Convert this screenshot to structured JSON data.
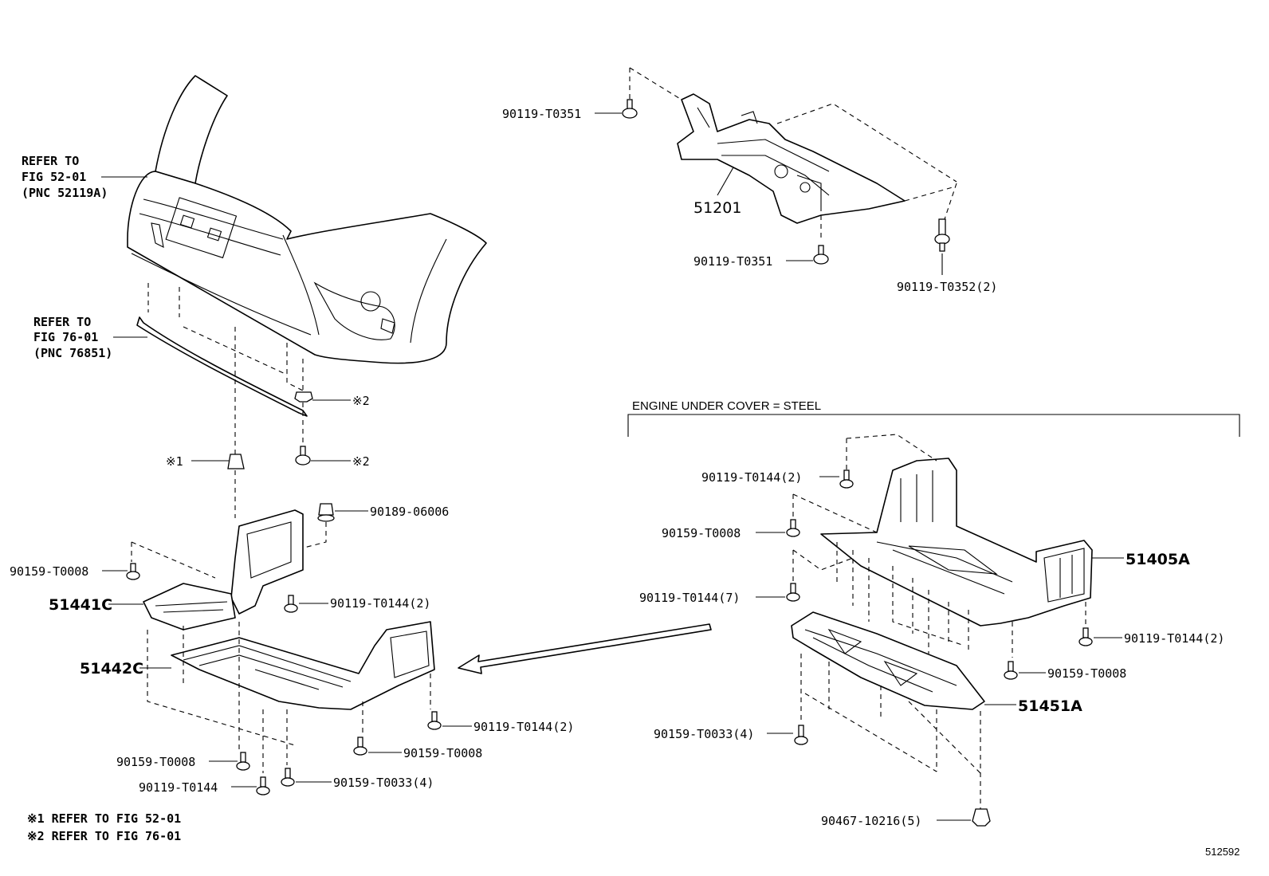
{
  "diagram_number": "512592",
  "header": {
    "engine_under_cover": "ENGINE UNDER COVER = STEEL"
  },
  "references": {
    "bumper_ref_line1": "REFER TO",
    "bumper_ref_line2": "FIG 52-01",
    "bumper_ref_line3": "(PNC 52119A)",
    "grille_ref_line1": "REFER TO",
    "grille_ref_line2": "FIG 76-01",
    "grille_ref_line3": "(PNC 76851)"
  },
  "parts": {
    "p90119_T0351_top": "90119-T0351",
    "p51201": "51201",
    "p90119_T0351_bottom": "90119-T0351",
    "p90119_T0352": "90119-T0352(2)",
    "ref2_a": "※2",
    "ref2_b": "※2",
    "ref1": "※1",
    "p90189_06006": "90189-06006",
    "p90159_T0008_left": "90159-T0008",
    "p51441C": "51441C",
    "p90119_T0144_2_left": "90119-T0144(2)",
    "p51442C": "51442C",
    "p90119_T0144_2_lower": "90119-T0144(2)",
    "p90159_T0008_lower": "90159-T0008",
    "p90159_T0008_bottom": "90159-T0008",
    "p90119_T0144_bottom": "90119-T0144",
    "p90159_T0033_4_left": "90159-T0033(4)",
    "p90119_T0144_2_right_top": "90119-T0144(2)",
    "p90159_T0008_right_top": "90159-T0008",
    "p90119_T0144_7": "90119-T0144(7)",
    "p51405A": "51405A",
    "p90119_T0144_2_right": "90119-T0144(2)",
    "p90159_T0008_right": "90159-T0008",
    "p51451A": "51451A",
    "p90159_T0033_4_right": "90159-T0033(4)",
    "p90467_10216": "90467-10216(5)"
  },
  "notes": {
    "note1": "※1 REFER TO FIG 52-01",
    "note2": "※2 REFER TO FIG 76-01"
  }
}
